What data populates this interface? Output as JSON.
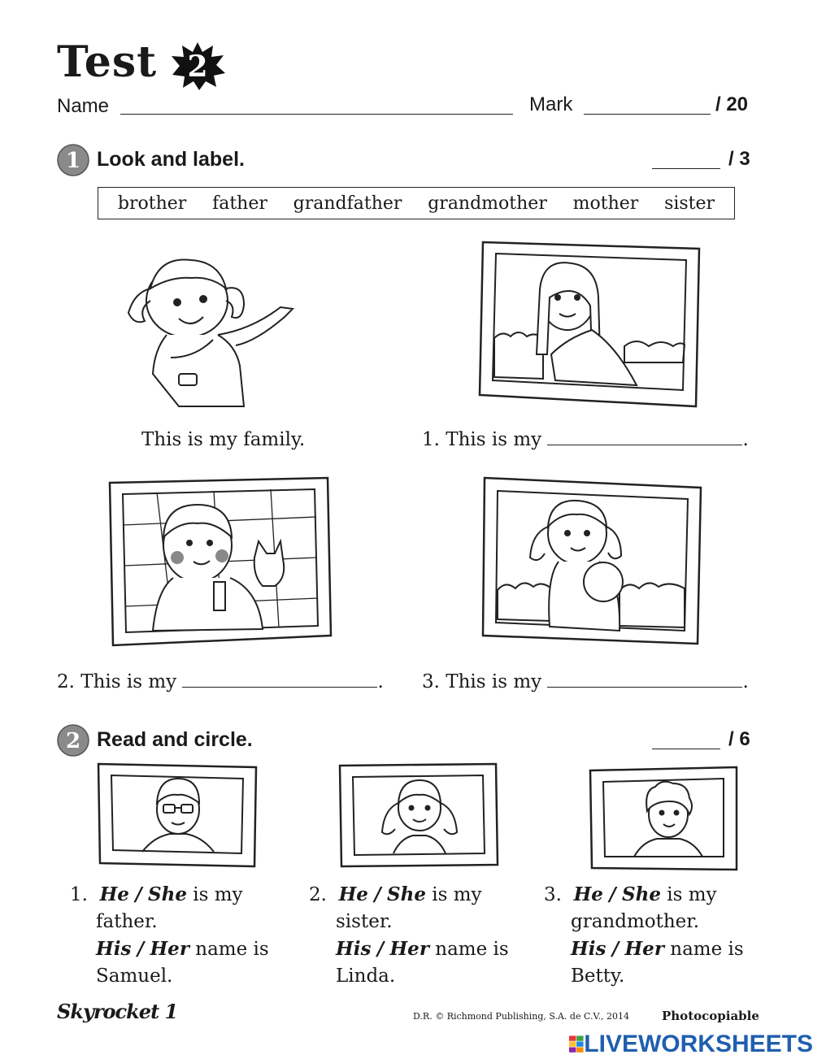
{
  "header": {
    "title": "Test",
    "test_number": "2",
    "name_label": "Name",
    "mark_label": "Mark",
    "mark_total": "/ 20"
  },
  "section1": {
    "number": "1",
    "title": "Look and label.",
    "score": "/ 3",
    "words": [
      "brother",
      "father",
      "grandfather",
      "grandmother",
      "mother",
      "sister"
    ],
    "caption_intro": "This is my family.",
    "items": [
      {
        "num": "1.",
        "text": "This is my",
        "end": "."
      },
      {
        "num": "2.",
        "text": "This is my",
        "end": "."
      },
      {
        "num": "3.",
        "text": "This is my",
        "end": "."
      }
    ]
  },
  "section2": {
    "number": "2",
    "title": "Read and circle.",
    "score": "/ 6",
    "items": [
      {
        "num": "1.",
        "he": "He",
        "slash": "/",
        "she": "She",
        "is_my": "is my",
        "relation": "father.",
        "his": "His",
        "her": "Her",
        "name_is": "name is",
        "name": "Samuel."
      },
      {
        "num": "2.",
        "he": "He",
        "slash": "/",
        "she": "She",
        "is_my": "is my",
        "relation": "sister.",
        "his": "His",
        "her": "Her",
        "name_is": "name is",
        "name": "Linda."
      },
      {
        "num": "3.",
        "he": "He",
        "slash": "/",
        "she": "She",
        "is_my": "is my",
        "relation": "grandmother.",
        "his": "His",
        "her": "Her",
        "name_is": "name is",
        "name": "Betty."
      }
    ]
  },
  "footer": {
    "logo": "Skyrocket 1",
    "copyright": "D.R. © Richmond Publishing, S.A. de C.V., 2014",
    "photocopiable": "Photocopiable",
    "watermark": "LIVEWORKSHEETS"
  }
}
